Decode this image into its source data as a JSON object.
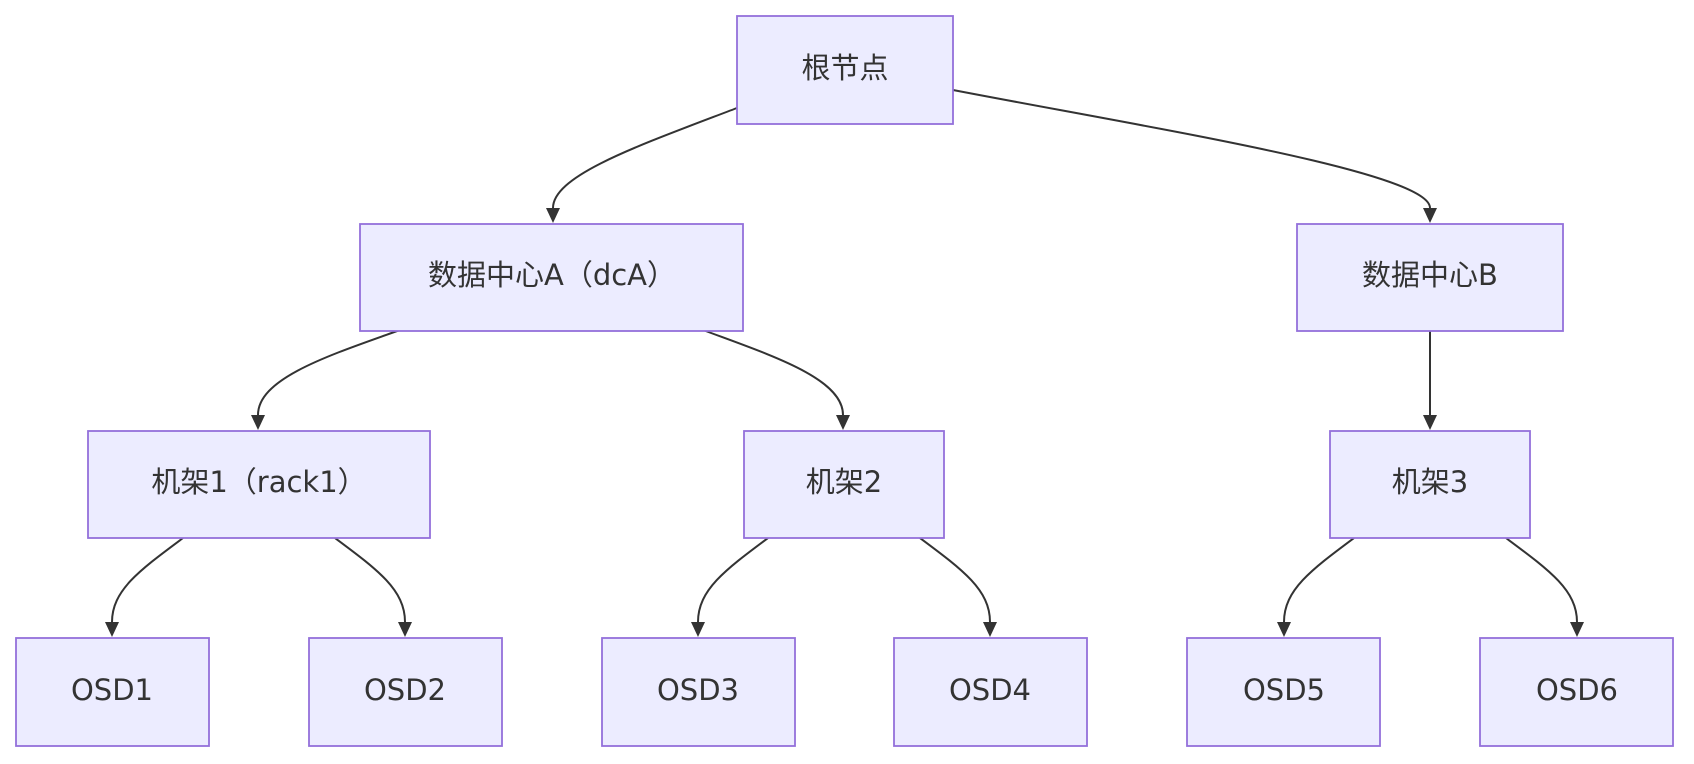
{
  "diagram": {
    "nodes": {
      "root": "根节点",
      "dcA": "数据中心A（dcA）",
      "dcB": "数据中心B",
      "rack1": "机架1（rack1）",
      "rack2": "机架2",
      "rack3": "机架3",
      "osd1": "OSD1",
      "osd2": "OSD2",
      "osd3": "OSD3",
      "osd4": "OSD4",
      "osd5": "OSD5",
      "osd6": "OSD6"
    },
    "edges": [
      [
        "root",
        "dcA"
      ],
      [
        "root",
        "dcB"
      ],
      [
        "dcA",
        "rack1"
      ],
      [
        "dcA",
        "rack2"
      ],
      [
        "dcB",
        "rack3"
      ],
      [
        "rack1",
        "osd1"
      ],
      [
        "rack1",
        "osd2"
      ],
      [
        "rack2",
        "osd3"
      ],
      [
        "rack2",
        "osd4"
      ],
      [
        "rack3",
        "osd5"
      ],
      [
        "rack3",
        "osd6"
      ]
    ],
    "colors": {
      "node_fill": "#ececff",
      "node_border": "#9370db",
      "edge": "#333333",
      "text": "#333333"
    }
  }
}
